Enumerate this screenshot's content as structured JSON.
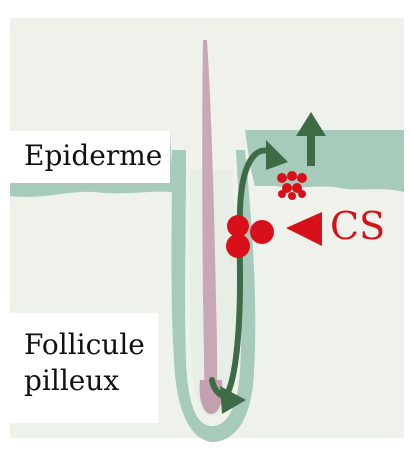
{
  "labels": {
    "epiderme": "Epiderme",
    "follicule_line1": "Follicule",
    "follicule_line2": "pilleux",
    "cs": "CS"
  },
  "colors": {
    "background": "#eef2ea",
    "skin": "#a7cbbb",
    "skin_dark": "#8fb9a6",
    "hair": "#c9a7b4",
    "arrow": "#3e6a46",
    "cells": "#d8101a",
    "text": "#111111"
  },
  "icons": {
    "migration_arrow": "curved-arrow-icon",
    "upward_arrow": "up-arrow-icon",
    "pointer": "triangle-pointer-icon"
  }
}
